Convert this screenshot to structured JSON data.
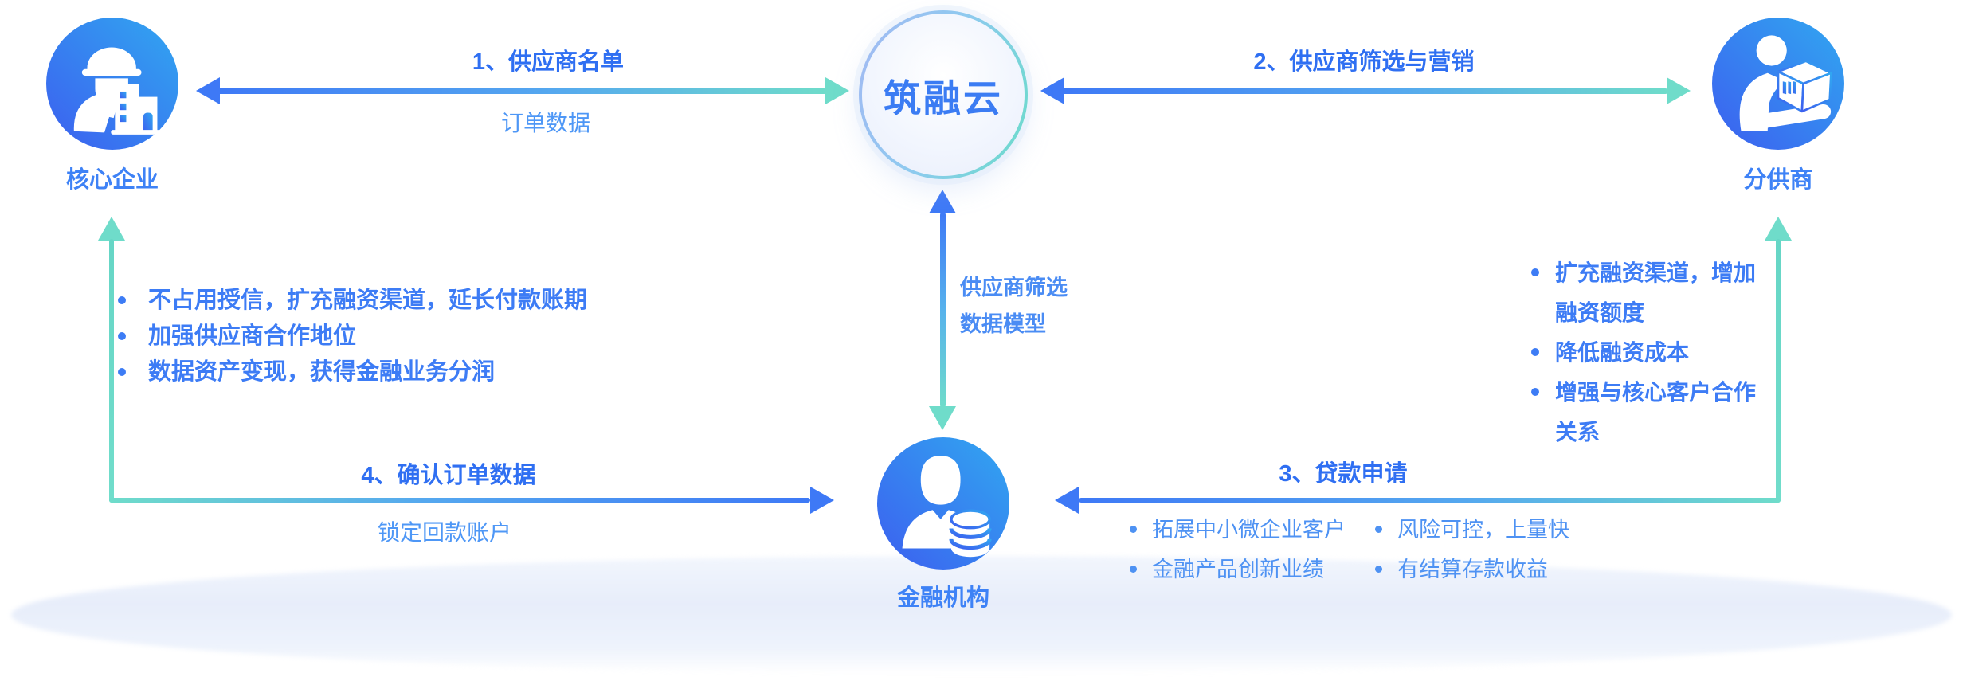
{
  "colors": {
    "arrow_blue": "#3e79f6",
    "arrow_teal": "#6fdcca",
    "title_blue": "#2f6ff2",
    "secondary_blue": "#4e97f6",
    "label_blue": "#3e82f6",
    "icon_gradient_start": "#3c5fef",
    "icon_gradient_end": "#31a7f1",
    "cloud_text_blue": "#3b7cf3"
  },
  "nodes": {
    "core": {
      "label": "核心企业"
    },
    "cloud": {
      "label": "筑融云"
    },
    "supplier": {
      "label": "分供商"
    },
    "bank": {
      "label": "金融机构"
    }
  },
  "flows": {
    "f1": {
      "title": "1、供应商名单",
      "subtitle": "订单数据"
    },
    "f2": {
      "title": "2、供应商筛选与营销"
    },
    "model": {
      "line1": "供应商筛选",
      "line2": "数据模型"
    },
    "f3": {
      "title": "3、贷款申请"
    },
    "f4": {
      "title": "4、确认订单数据",
      "subtitle": "锁定回款账户"
    }
  },
  "benefits": {
    "core": [
      "不占用授信，扩充融资渠道，延长付款账期",
      "加强供应商合作地位",
      "数据资产变现，获得金融业务分润"
    ],
    "supplier": [
      "扩充融资渠道，增加\n融资额度",
      "降低融资成本",
      "增强与核心客户合作\n关系"
    ],
    "bank_col1": [
      "拓展中小微企业客户",
      "金融产品创新业绩"
    ],
    "bank_col2": [
      "风险可控，上量快",
      "有结算存款收益"
    ]
  }
}
